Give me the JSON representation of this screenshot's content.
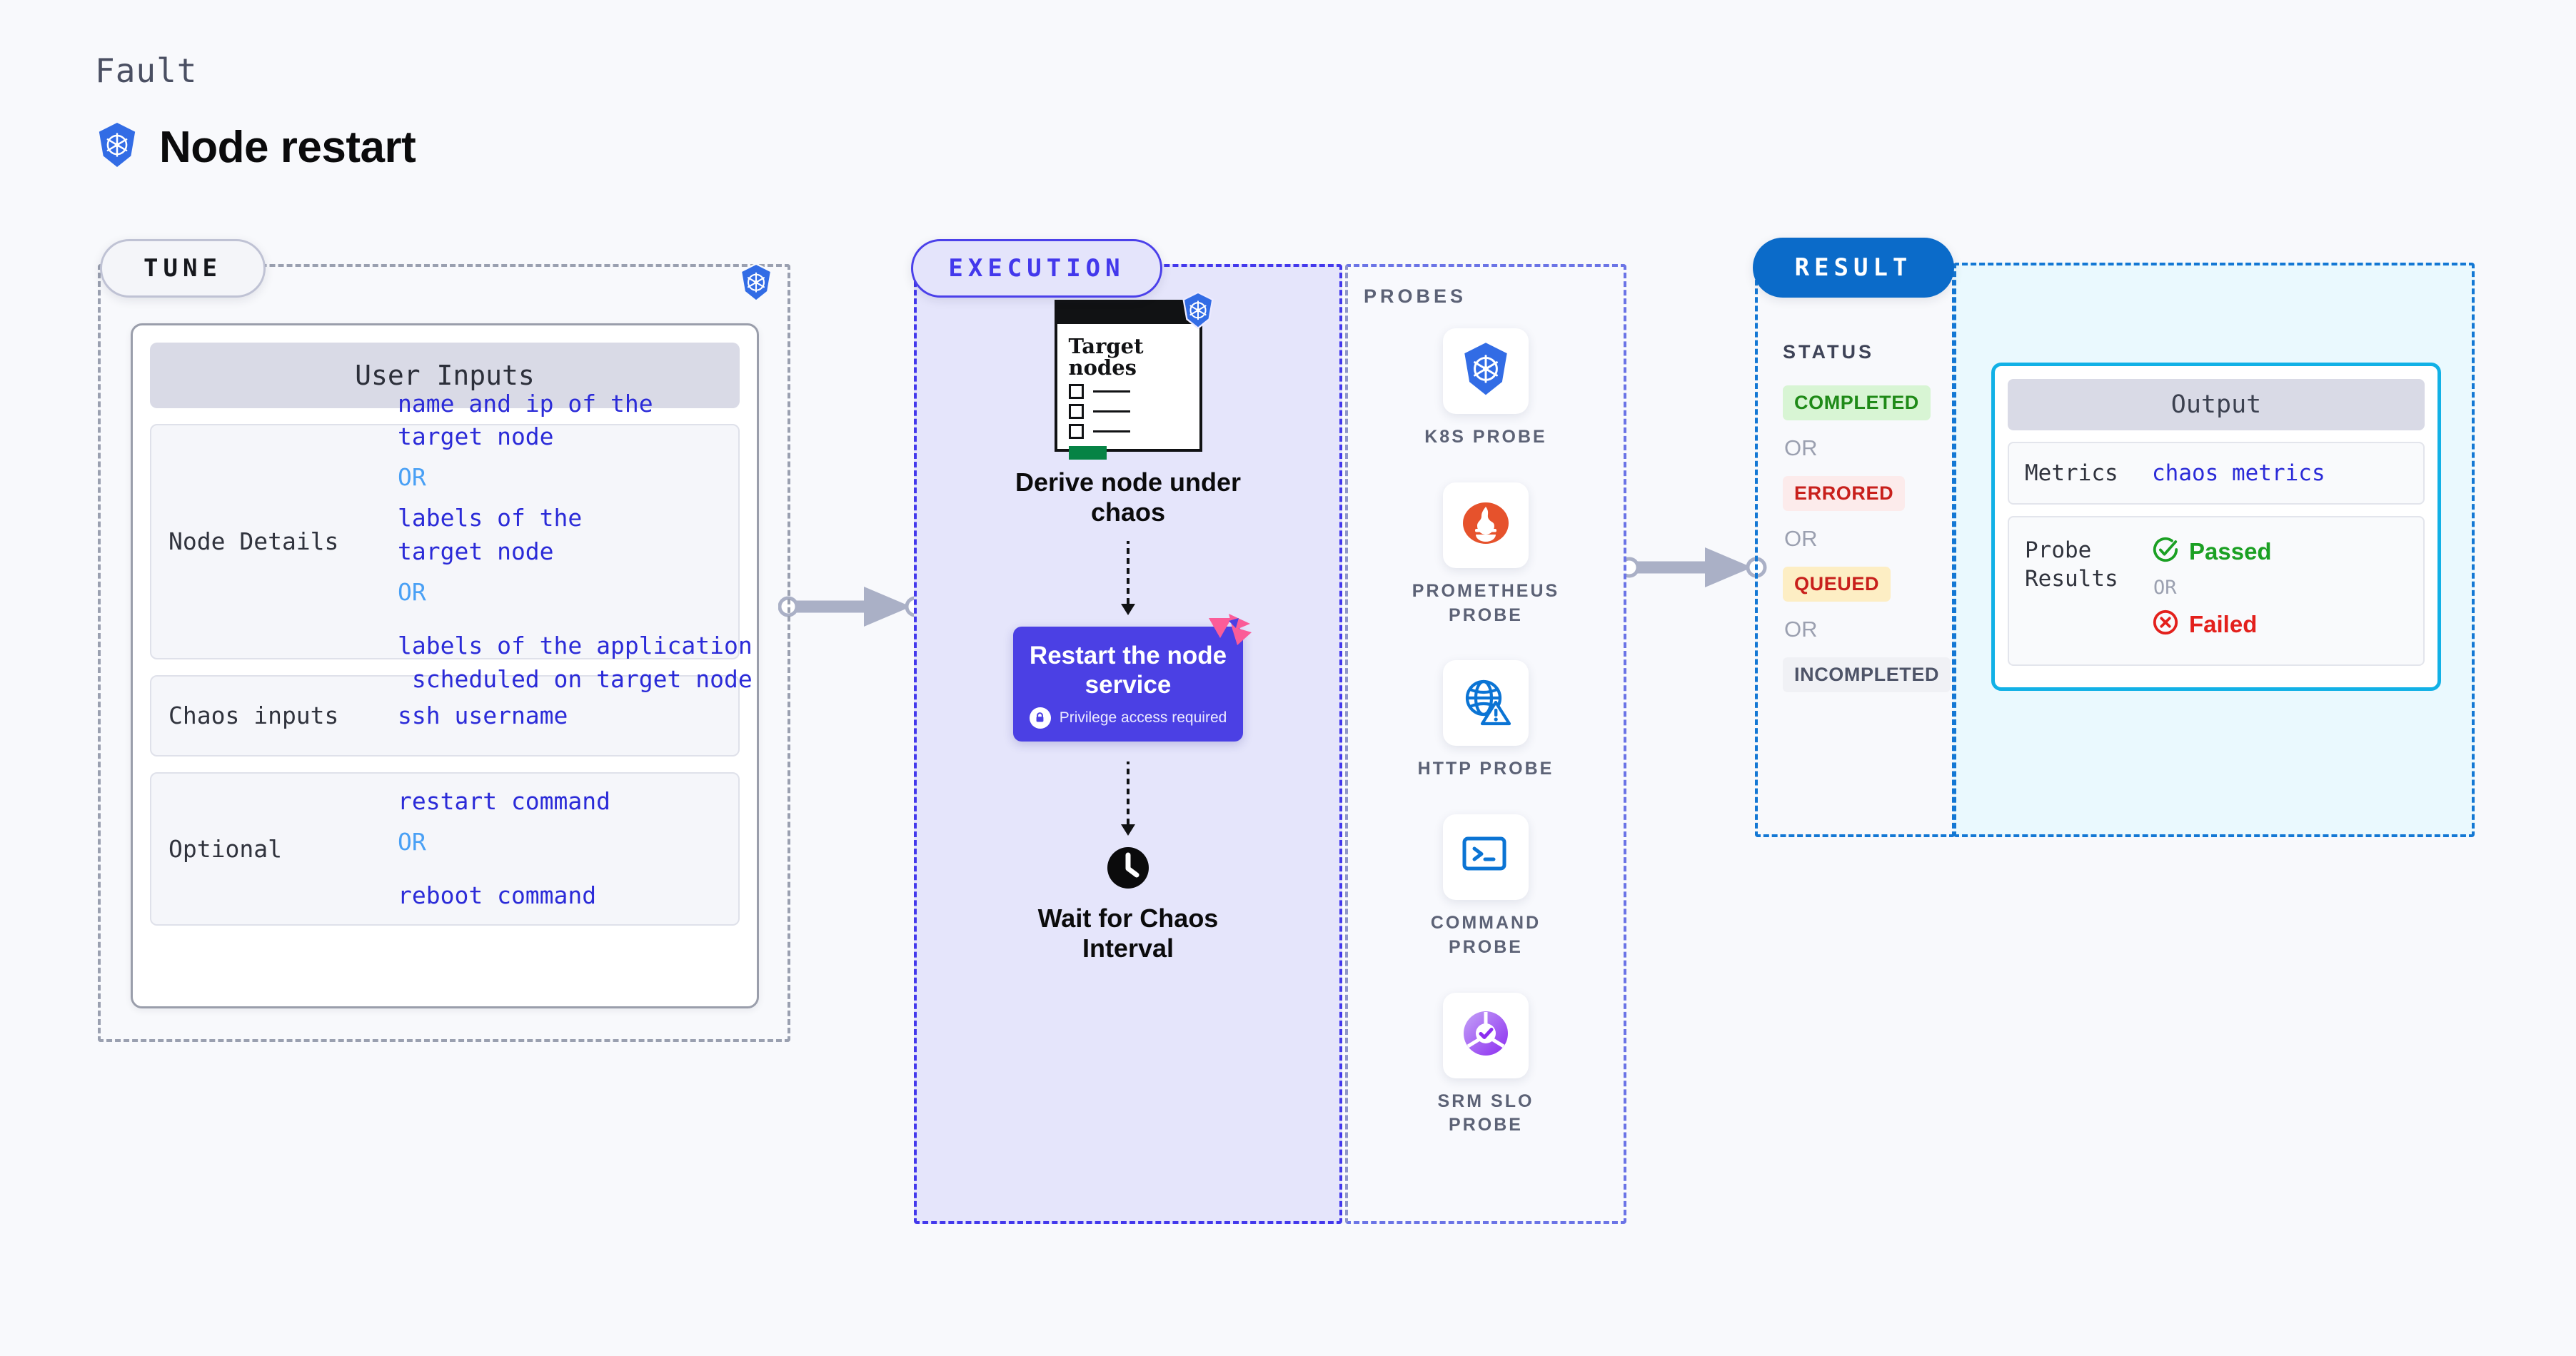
{
  "header": {
    "eyebrow": "Fault",
    "title": "Node restart",
    "icon": "kubernetes-icon"
  },
  "stages": {
    "tune": {
      "label": "TUNE",
      "badge_icon": "kubernetes-icon"
    },
    "execution": {
      "label": "EXECUTION"
    },
    "result": {
      "label": "RESULT"
    }
  },
  "tune": {
    "card_title": "User Inputs",
    "rows": [
      {
        "key": "Node Details",
        "values": [
          {
            "type": "value",
            "text": "name and ip of the\ntarget node"
          },
          {
            "type": "or",
            "text": "OR"
          },
          {
            "type": "value",
            "text": "labels of the\ntarget node"
          },
          {
            "type": "or",
            "text": "OR"
          },
          {
            "type": "value",
            "text": "labels of the application\n scheduled on target node"
          }
        ]
      },
      {
        "key": "Chaos inputs",
        "values": [
          {
            "type": "value",
            "text": "ssh username"
          }
        ]
      },
      {
        "key": "Optional",
        "values": [
          {
            "type": "value",
            "text": "restart command"
          },
          {
            "type": "or",
            "text": "OR"
          },
          {
            "type": "value",
            "text": "reboot command"
          }
        ]
      }
    ]
  },
  "execution": {
    "target_card": {
      "title": "Target\nnodes",
      "checkbox_count": 3,
      "badge_icon": "kubernetes-icon"
    },
    "step1_label": "Derive node under\nchaos",
    "action": {
      "title": "Restart the node\nservice",
      "subtitle": "Privilege access required",
      "lock_icon": "lock-icon",
      "corner_icon": "litmus-chaos-icon",
      "color": "#4b40e4"
    },
    "step3": {
      "icon": "clock-icon",
      "label": "Wait for Chaos\nInterval"
    }
  },
  "probes": {
    "label": "PROBES",
    "items": [
      {
        "name": "K8S PROBE",
        "icon": "kubernetes-icon"
      },
      {
        "name": "PROMETHEUS PROBE",
        "icon": "prometheus-icon"
      },
      {
        "name": "HTTP PROBE",
        "icon": "globe-warning-icon"
      },
      {
        "name": "COMMAND PROBE",
        "icon": "terminal-icon"
      },
      {
        "name": "SRM SLO PROBE",
        "icon": "srm-slo-icon"
      }
    ]
  },
  "result": {
    "status_label": "STATUS",
    "or_text": "OR",
    "statuses": [
      {
        "text": "COMPLETED",
        "style": "completed",
        "bg": "#d8f5d4",
        "fg": "#1f8a18"
      },
      {
        "text": "ERRORED",
        "style": "errored",
        "bg": "#fcebeb",
        "fg": "#c8201c"
      },
      {
        "text": "QUEUED",
        "style": "queued",
        "bg": "#fdeec4",
        "fg": "#c8201c"
      },
      {
        "text": "INCOMPLETED",
        "style": "incomplete",
        "bg": "#f0f1f5",
        "fg": "#4e5468"
      }
    ],
    "output": {
      "title": "Output",
      "metrics_key": "Metrics",
      "metrics_value": "chaos metrics",
      "probe_results_key": "Probe\nResults",
      "passed_text": "Passed",
      "failed_text": "Failed",
      "or_text": "OR",
      "passed_icon": "check-circle-icon",
      "failed_icon": "x-circle-icon"
    }
  },
  "colors": {
    "page_bg": "#f8f9fc",
    "tune_border": "#9aa0b0",
    "exec_border": "#4338ec",
    "exec_bg": "#e5e5fb",
    "result_border": "#1478d4",
    "result_bg": "#eaf9fe",
    "accent_blue": "#2b2bd8",
    "or_blue": "#49a0f5"
  }
}
